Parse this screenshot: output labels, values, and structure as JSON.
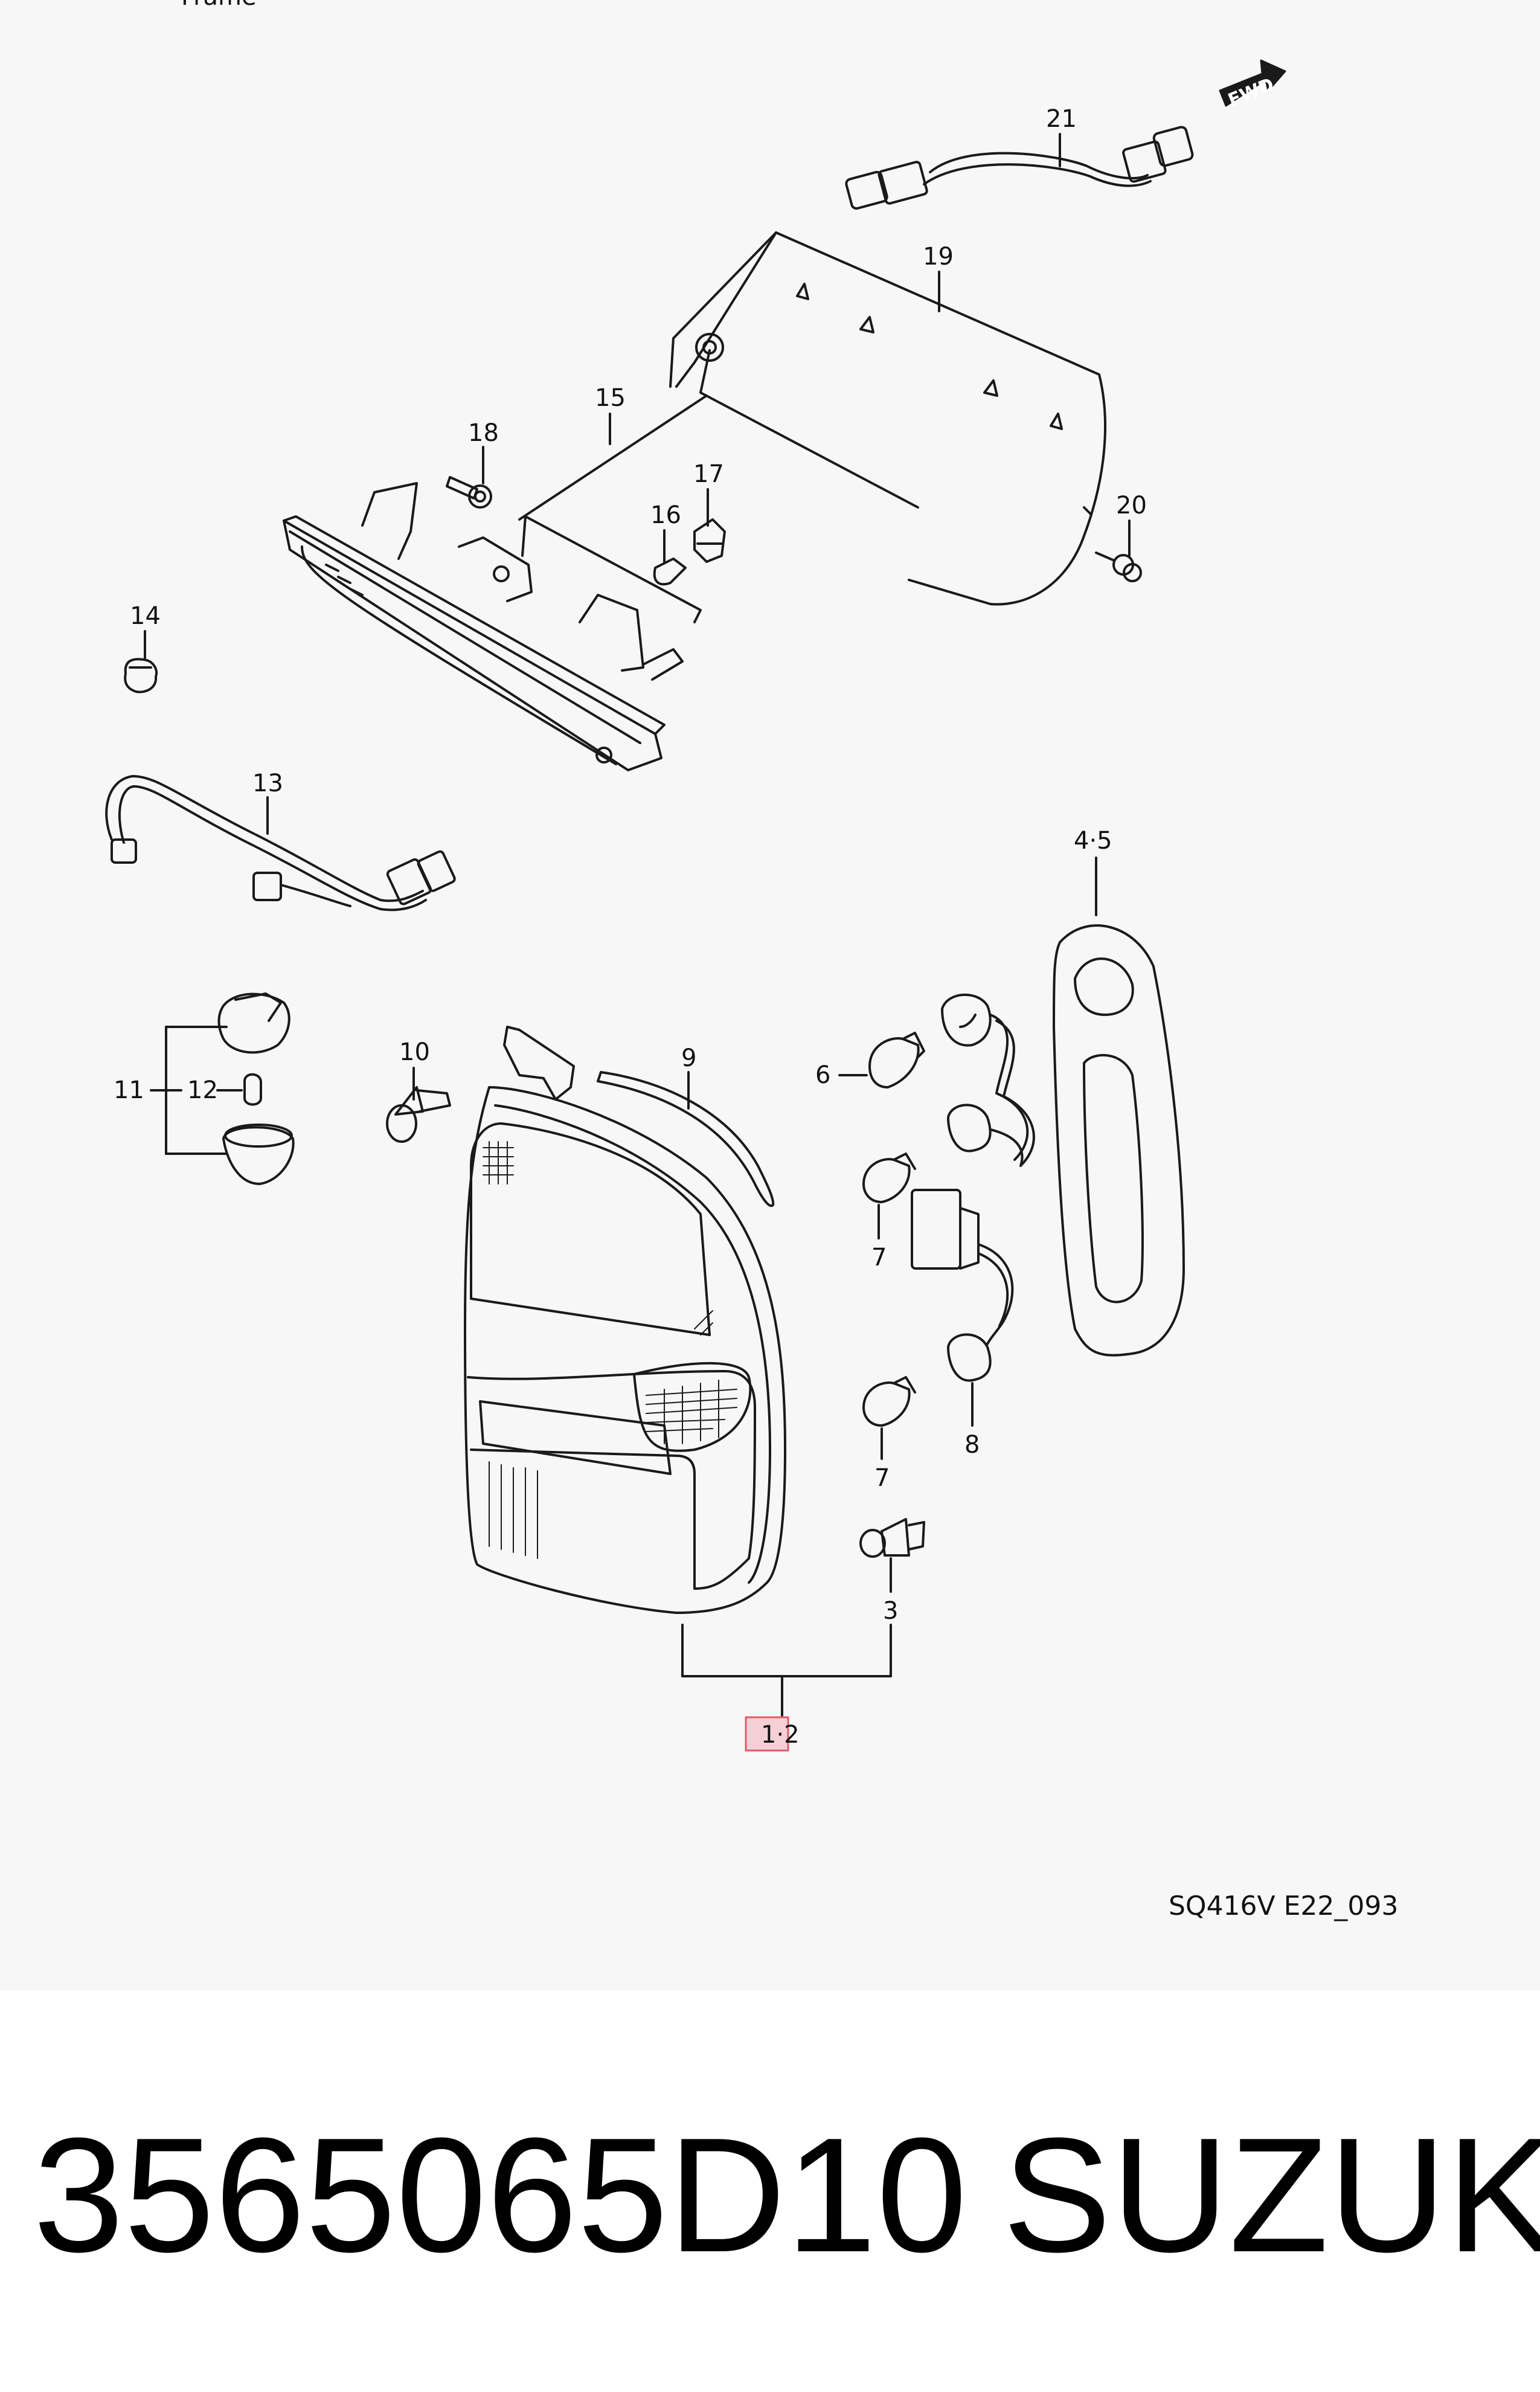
{
  "diagram": {
    "top_label": "Frame",
    "fwd_label": "FWD",
    "callouts": {
      "c21": "21",
      "c19": "19",
      "c18": "18",
      "c15": "15",
      "c17": "17",
      "c16": "16",
      "c20": "20",
      "c14": "14",
      "c13": "13",
      "c4_5": "4·5",
      "c10": "10",
      "c9": "9",
      "c11": "11",
      "c12": "12",
      "c6": "6",
      "c7a": "7",
      "c7b": "7",
      "c8": "8",
      "c3": "3",
      "c1_2": "1·2"
    },
    "highlighted_callout": "1",
    "highlight_color": "#e05a6a",
    "reference_code": "SQ416V E22_093"
  },
  "footer": {
    "part_number": "3565065D10",
    "brand": "SUZUKI"
  }
}
